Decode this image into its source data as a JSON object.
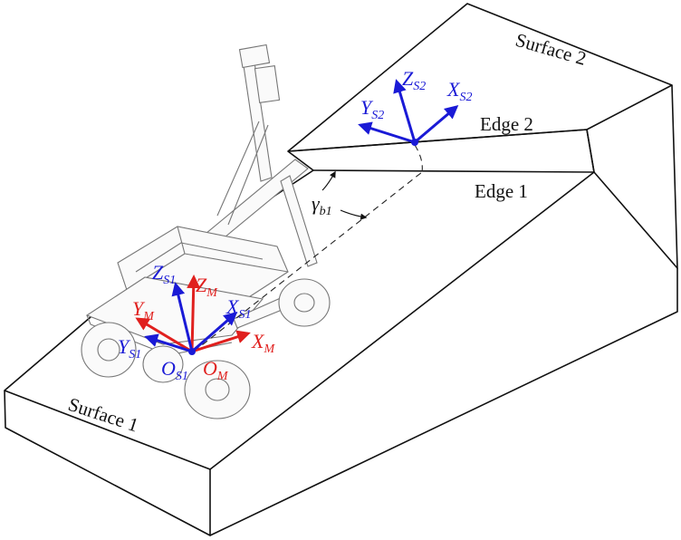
{
  "surfaces": {
    "surface1": "Surface 1",
    "surface2": "Surface 2"
  },
  "edges": {
    "edge1": "Edge 1",
    "edge2": "Edge 2"
  },
  "angle": {
    "symbol": "γ",
    "subscript": "b1"
  },
  "frame_s2": {
    "x": {
      "main": "X",
      "sub": "S2"
    },
    "y": {
      "main": "Y",
      "sub": "S2"
    },
    "z": {
      "main": "Z",
      "sub": "S2"
    }
  },
  "frame_s1": {
    "x": {
      "main": "X",
      "sub": "S1"
    },
    "y": {
      "main": "Y",
      "sub": "S1"
    },
    "z": {
      "main": "Z",
      "sub": "S1"
    },
    "origin": {
      "main": "O",
      "sub": "S1"
    }
  },
  "frame_m": {
    "x": {
      "main": "X",
      "sub": "M"
    },
    "y": {
      "main": "Y",
      "sub": "M"
    },
    "z": {
      "main": "Z",
      "sub": "M"
    },
    "origin": {
      "main": "O",
      "sub": "M"
    }
  },
  "colors": {
    "frame_s": "#1a1ad6",
    "frame_m": "#e0201e",
    "outline": "#111111"
  }
}
